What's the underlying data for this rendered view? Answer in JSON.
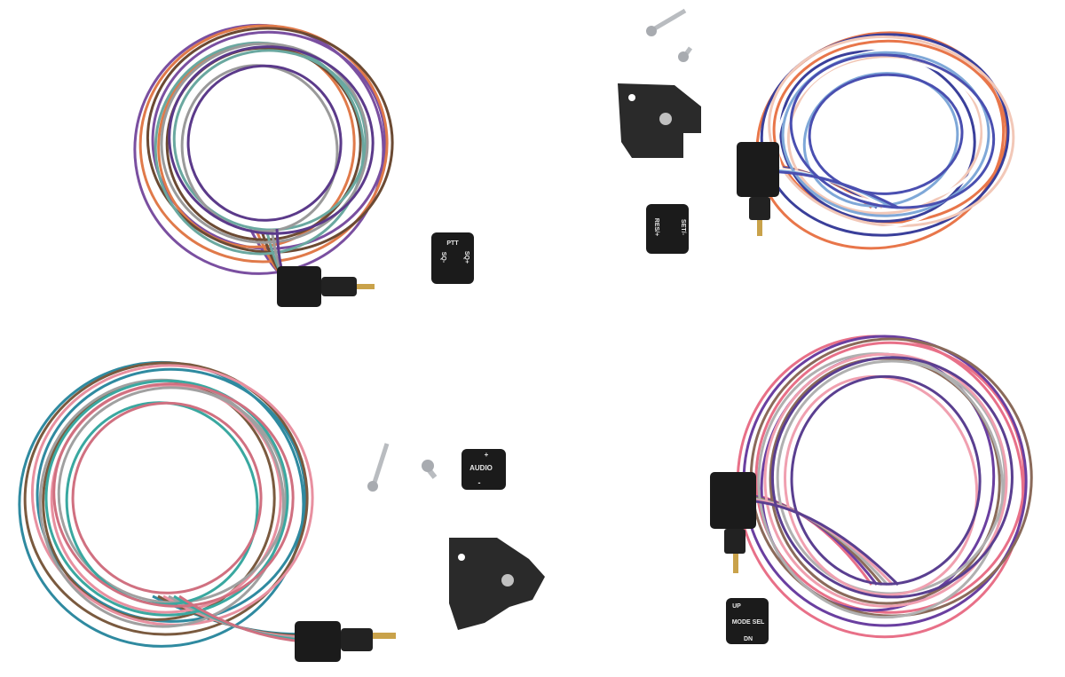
{
  "colors": {
    "background": "#ffffff",
    "plastic": "#1b1b1b",
    "brass": "#c9a24a",
    "screw": "#b9bcc0"
  },
  "harnesses": [
    {
      "name": "top-left",
      "wires": [
        "#7a4fa0",
        "#e07a4a",
        "#6b4a33",
        "#6aa8a0",
        "#9a9a9a",
        "#5b3a8a"
      ]
    },
    {
      "name": "top-right",
      "wires": [
        "#e8764a",
        "#3a3f9a",
        "#f2c8b8",
        "#ffffff",
        "#7fa8d8",
        "#4a4fb0"
      ]
    },
    {
      "name": "bottom-left",
      "wires": [
        "#2f8aa0",
        "#7a5a3f",
        "#e890a0",
        "#a0a0a0",
        "#3aa8a0",
        "#d07080"
      ]
    },
    {
      "name": "bottom-right",
      "wires": [
        "#e87088",
        "#6a3fa0",
        "#8a6a5a",
        "#b0b0b0",
        "#f0a0b0",
        "#5a3f90"
      ]
    }
  ],
  "switch_caps": {
    "ptt": {
      "left": "SQ-",
      "center": "PTT",
      "right": "SQ+"
    },
    "cruise": {
      "left": "RES/+",
      "right": "SET/-"
    },
    "audio": {
      "top": "+",
      "center": "AUDIO",
      "bottom": "-"
    },
    "mode": {
      "top": "UP",
      "center": "MODE SEL",
      "bottom": "DN"
    }
  }
}
